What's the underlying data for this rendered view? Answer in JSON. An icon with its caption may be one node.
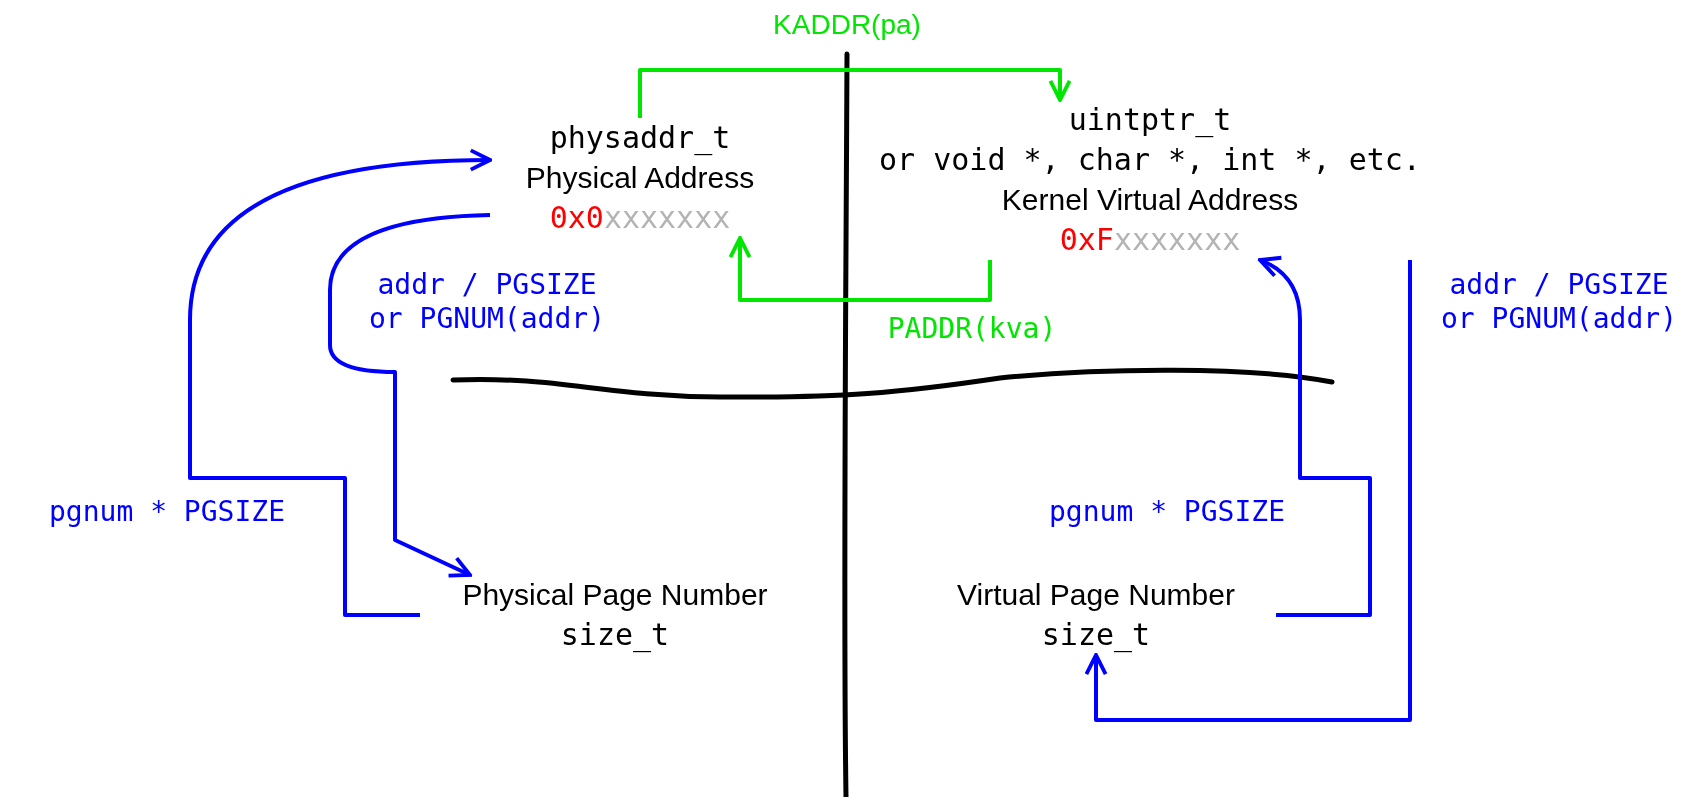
{
  "diagram": {
    "nodes": [
      {
        "text": [
          "physaddr_t",
          "Physical Address",
          "0x0",
          "xxxxxxx"
        ]
      },
      {
        "text": [
          "uintptr_t",
          "or void *, char *, int *, etc.",
          "Kernel Virtual Address",
          "0xF",
          "xxxxxxx"
        ]
      },
      {
        "text": [
          "Physical Page Number",
          "size_t"
        ]
      },
      {
        "text": [
          "Virtual Page Number",
          "size_t"
        ]
      }
    ],
    "edges": [
      {
        "from": 0,
        "to": 1,
        "arrow": "to",
        "label": "KADDR(pa)",
        "color": "#00e600"
      },
      {
        "from": 1,
        "to": 0,
        "arrow": "to",
        "label": "PADDR(kva)",
        "color": "#00e600"
      },
      {
        "from": 0,
        "to": 2,
        "arrow": "to",
        "label": "addr / PGSIZE or PGNUM(addr)"
      },
      {
        "from": 2,
        "to": 0,
        "arrow": "to",
        "label": "pgnum * PGSIZE"
      },
      {
        "from": 1,
        "to": 3,
        "arrow": "to",
        "label": "addr / PGSIZE or PGNUM(addr)"
      },
      {
        "from": 3,
        "to": 1,
        "arrow": "to",
        "label": "pgnum * PGSIZE"
      }
    ]
  }
}
